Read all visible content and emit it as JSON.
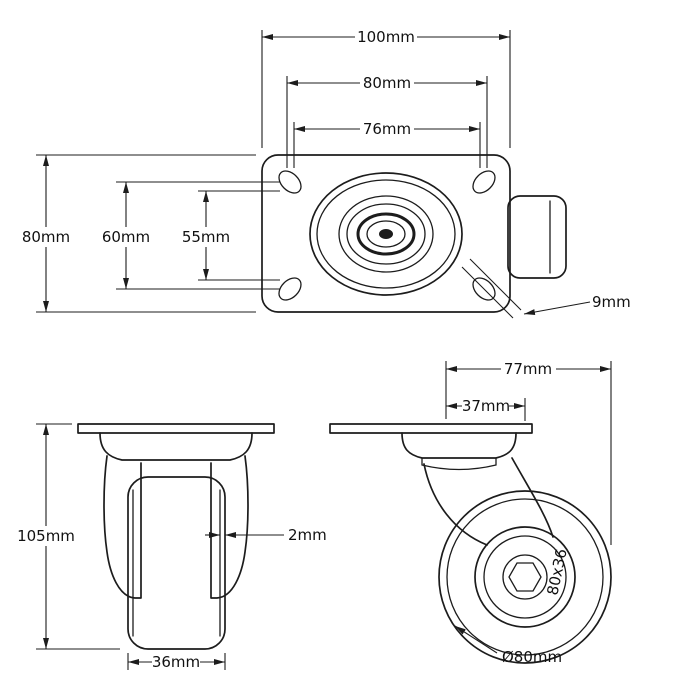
{
  "page": {
    "background": "#ffffff",
    "line_color": "#1c1c1c"
  },
  "top_view": {
    "overall_width": "100mm",
    "bolt_hole_spacing_width": "80mm",
    "inner_spacing_width": "76mm",
    "plate_depth": "80mm",
    "bolt_hole_spacing_depth": "60mm",
    "inner_spacing_depth": "55mm",
    "bolt_hole_diameter": "9mm"
  },
  "front_view": {
    "overall_height": "105mm",
    "tread_thickness": "2mm",
    "wheel_width": "36mm"
  },
  "side_view": {
    "overall_length": "77mm",
    "swivel_offset": "37mm",
    "wheel_diameter": "Ø80mm",
    "wheel_marking": "80x36"
  }
}
